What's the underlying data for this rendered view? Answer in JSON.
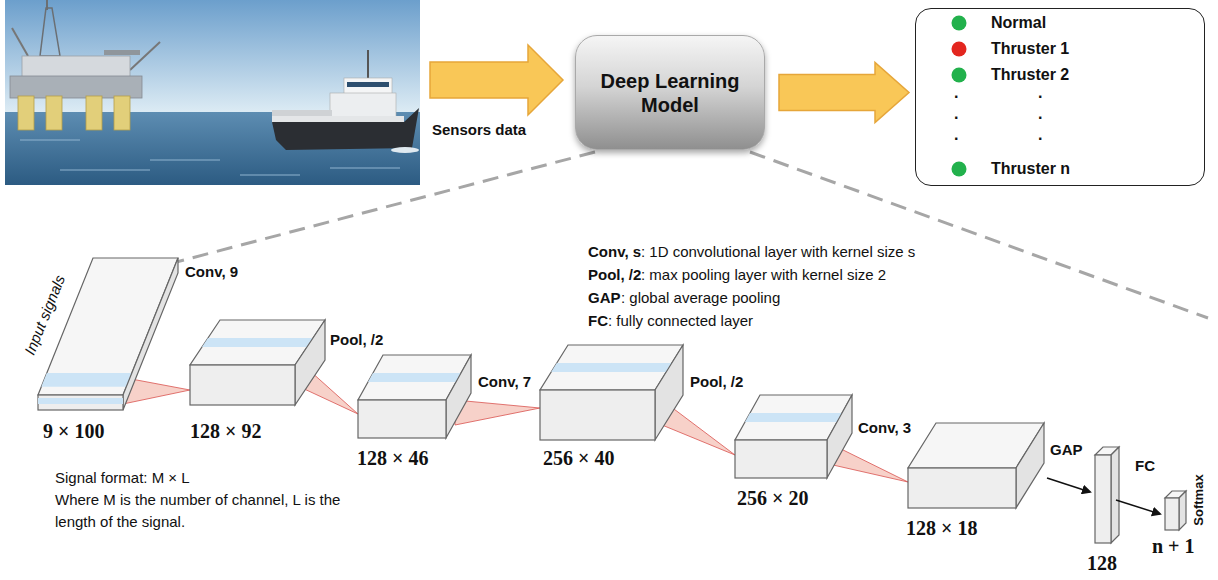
{
  "diagram": {
    "nodes": [
      {
        "text": [
          "Deep Learning Model"
        ]
      },
      {
        "text": [
          "Normal",
          "Thruster 1",
          "Thruster 2",
          ".",
          ".",
          ".",
          ".",
          ".",
          ".",
          "Thruster n"
        ]
      }
    ],
    "edges": [
      {
        "from": 0,
        "to": 1,
        "arrow": "to"
      }
    ],
    "labels": [
      "Sensors data",
      "Conv, s",
      ": 1D convolutional layer with kernel size s",
      "Pool, /2",
      ": max pooling layer with kernel size 2",
      "GAP",
      ": global average pooling",
      "FC",
      ": fully connected layer",
      "Input signals",
      "Conv, 9",
      "9 × 100",
      "128 × 92",
      "Pool, /2",
      "128 × 46",
      "Conv, 7",
      "256 × 40",
      "Pool, /2",
      "256 × 20",
      "Conv, 3",
      "128 × 18",
      "GAP",
      "FC",
      "128",
      "Softmax",
      "n + 1",
      "Signal format: M × L",
      "Where M is the number of channel, L is the",
      "length of the signal."
    ]
  }
}
